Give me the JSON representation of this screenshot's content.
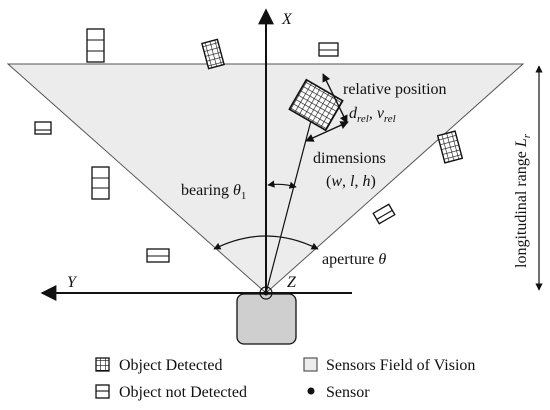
{
  "axes": {
    "x_label": "X",
    "y_label": "Y",
    "z_label": "Z"
  },
  "annotations": {
    "relative_position": {
      "title": "relative position",
      "d": "d",
      "d_sub": "rel",
      "comma": ", ",
      "v": "v",
      "v_sub": "rel"
    },
    "dimensions": {
      "title": "dimensions",
      "open": "(",
      "w": "w",
      "sep1": ", ",
      "l": "l",
      "sep2": ", ",
      "h": "h",
      "close": ")"
    },
    "bearing": {
      "label": "bearing ",
      "symbol": "θ",
      "sub": "1"
    },
    "aperture": {
      "label": "aperture ",
      "symbol": "θ"
    },
    "longitudinal_range": {
      "label": "longitudinal range ",
      "symbol": "L",
      "sub": "r"
    }
  },
  "legend": {
    "detected": "Object Detected",
    "not_detected": "Object not Detected",
    "fov": "Sensors Field of Vision",
    "sensor": "Sensor"
  },
  "colors": {
    "fov_fill": "#ececec",
    "sensor_body": "#cfcfcf",
    "stroke": "#111111"
  }
}
